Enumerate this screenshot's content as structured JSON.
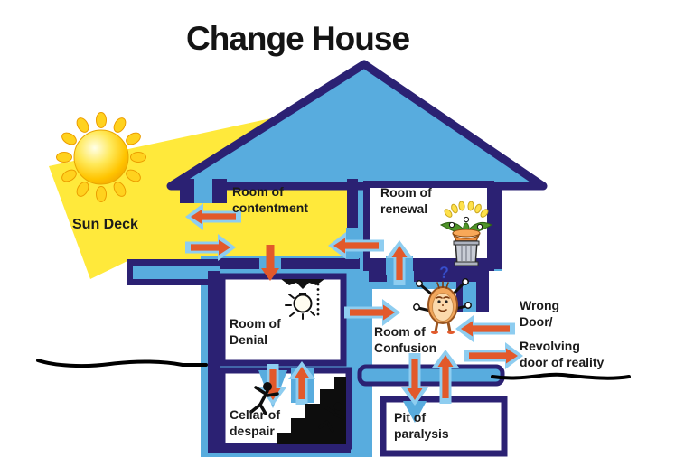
{
  "title": "Change House",
  "rooms": {
    "sun_deck": "Sun Deck",
    "contentment": "Room of\ncontentment",
    "renewal": "Room of\nrenewal",
    "denial": "Room of\nDenial",
    "confusion": "Room of\nConfusion",
    "cellar": "Cellar of\ndespair",
    "pit": "Pit of\nparalysis"
  },
  "annotations": {
    "wrong_door": "Wrong\nDoor/",
    "revolving_door": "Revolving\ndoor of reality"
  },
  "icons": {
    "sun": "sun-icon",
    "lightbulb": "lightbulb-icon",
    "plant": "plant-in-trashcan-icon",
    "confused_character": "confused-clock-character-icon",
    "stairs": "stairs-with-falling-figures-icon"
  },
  "colors": {
    "background": "#FFFFFF",
    "deck_yellow": "#FFE93B",
    "house_blue": "#58ACDE",
    "wall_navy": "#2B2173",
    "arrow_orange": "#E2592B",
    "arrow_light_blue": "#8ECDF0",
    "sun_gold": "#FFC400",
    "ground_black": "#000000",
    "text": "#1B1B1B"
  }
}
